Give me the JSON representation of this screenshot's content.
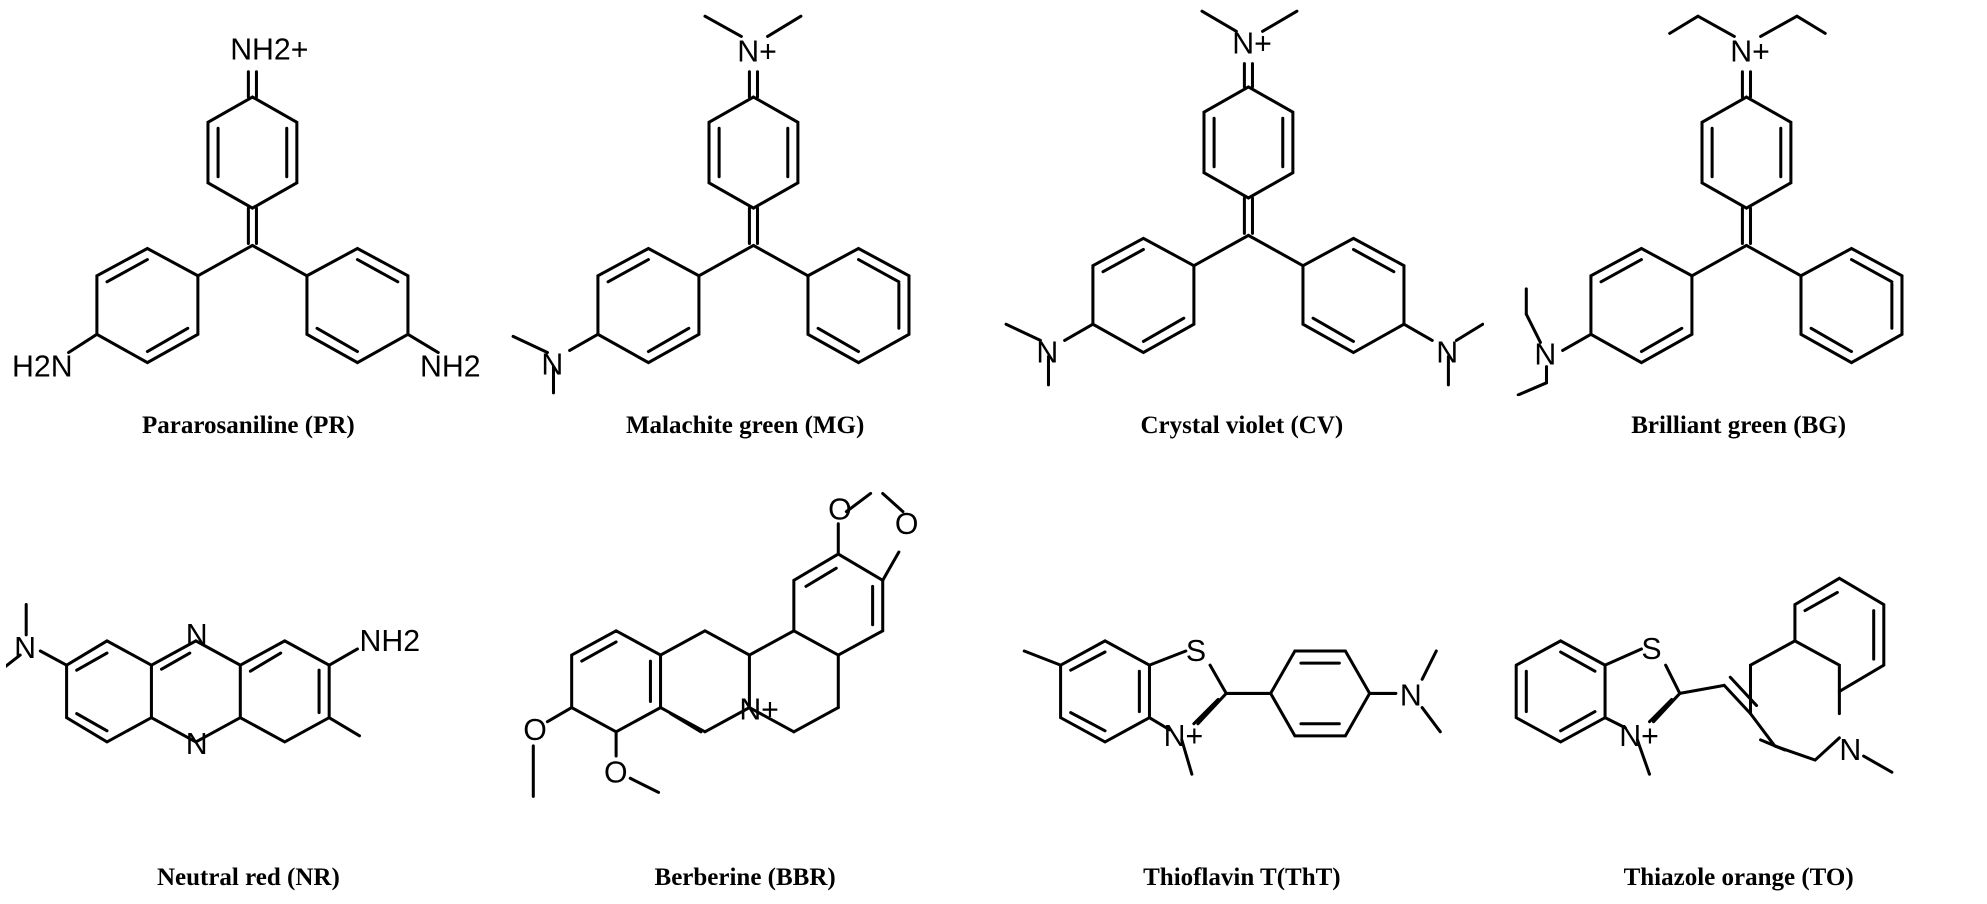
{
  "figure": {
    "compounds": [
      {
        "name": "Pararosaniline (PR)",
        "groups": [
          "NH2+",
          "H2N",
          "NH2"
        ]
      },
      {
        "name": "Malachite green (MG)",
        "groups": [
          "N+"
        ]
      },
      {
        "name": "Crystal violet (CV)",
        "groups": [
          "N+"
        ]
      },
      {
        "name": "Brilliant green (BG)",
        "groups": [
          "N+"
        ]
      },
      {
        "name": "Neutral red (NR)",
        "groups": [
          "N",
          "N",
          "NH2"
        ]
      },
      {
        "name": "Berberine (BBR)",
        "groups": [
          "O",
          "O",
          "N+"
        ]
      },
      {
        "name": "Thioflavin T(ThT)",
        "groups": [
          "S",
          "N+"
        ]
      },
      {
        "name": "Thiazole orange (TO)",
        "groups": [
          "S",
          "N+"
        ]
      }
    ]
  }
}
